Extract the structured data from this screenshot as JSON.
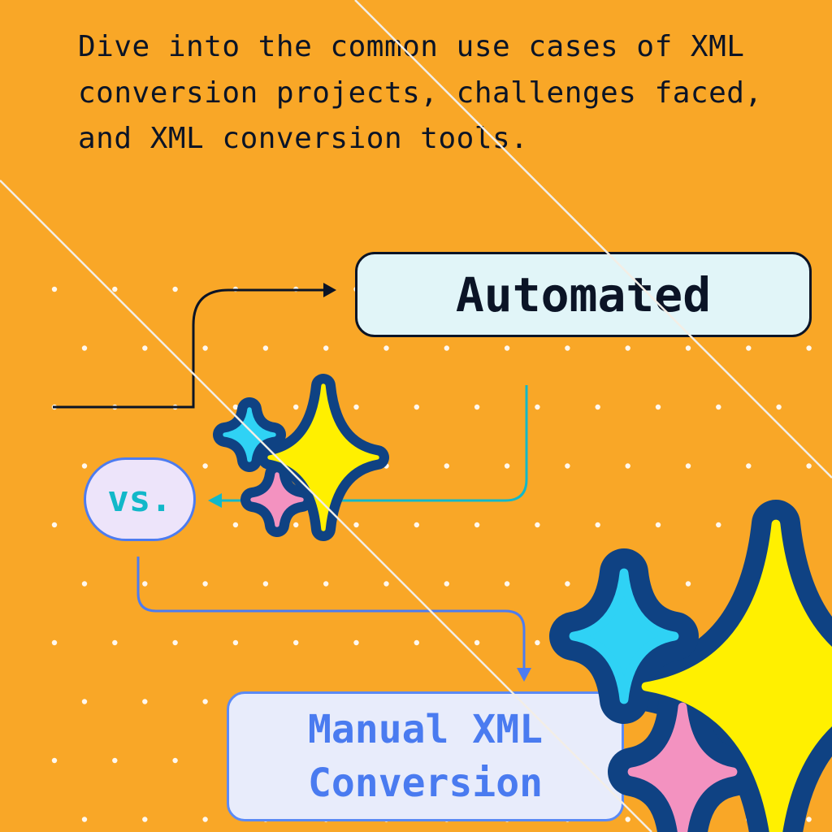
{
  "intro_text": "Dive into the common use cases of XML conversion projects, challenges faced, and XML conversion tools.",
  "diagram": {
    "automated_label": "Automated",
    "vs_label": "vs.",
    "manual_label_line1": "Manual XML",
    "manual_label_line2": "Conversion"
  },
  "colors": {
    "background": "#f9a727",
    "sparkle_outline": "#0f4283",
    "sparkle_yellow": "#fff000",
    "sparkle_cyan": "#2fd2f5",
    "sparkle_pink": "#f392c0",
    "teal_arrow": "#12b8c9",
    "blue_arrow": "#4d7cf0"
  },
  "icons": [
    "sparkles-icon",
    "arrow-right-icon",
    "arrow-left-icon",
    "arrow-down-icon"
  ]
}
